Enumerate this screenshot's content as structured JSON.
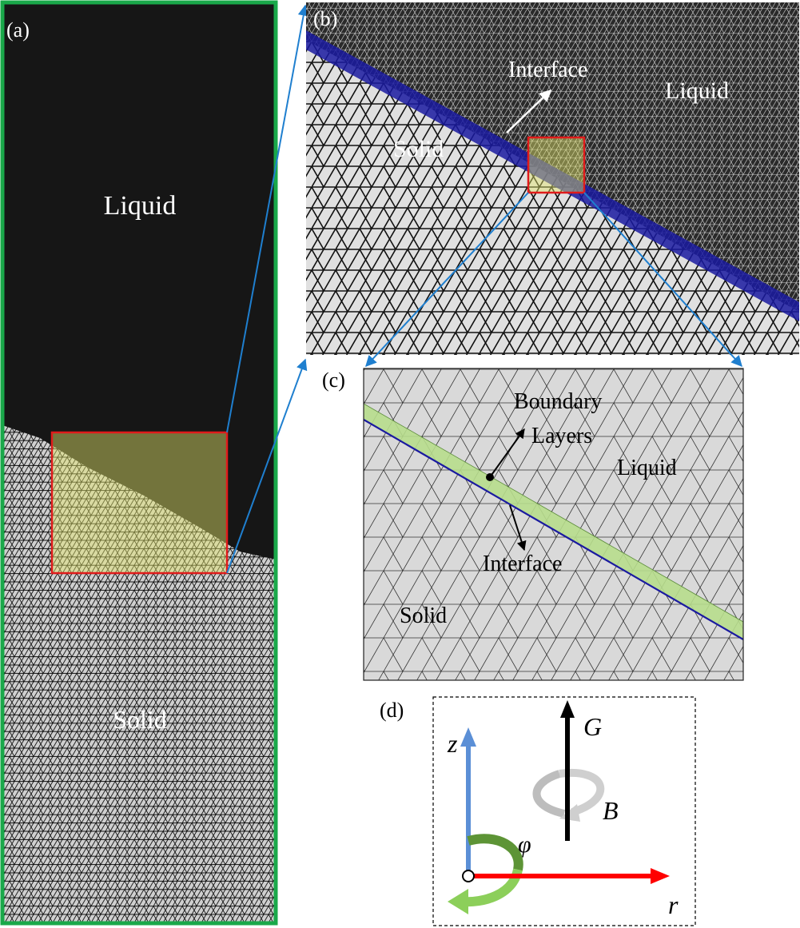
{
  "panel_a": {
    "tag": "(a)",
    "liquid_label": "Liquid",
    "solid_label": "Solid",
    "colors": {
      "border": "#1aa84a",
      "liquid_bg": "#161616",
      "mesh_bg": "#cfcfcf",
      "mesh_line": "#111111",
      "highlight_stroke": "#e01b1b",
      "highlight_fill": "#e5e66a"
    }
  },
  "panel_b": {
    "tag": "(b)",
    "interface_label": "Interface",
    "liquid_label": "Liquid",
    "solid_label": "Solid",
    "colors": {
      "interface_band": "#1a1aa0",
      "callout_line": "#1f7fcf"
    }
  },
  "panel_c": {
    "tag": "(c)",
    "boundary_label_line1": "Boundary",
    "boundary_label_line2": "Layers",
    "liquid_label": "Liquid",
    "interface_label": "Interface",
    "solid_label": "Solid",
    "colors": {
      "layer_fill": "#b7dd8c",
      "interface_line": "#1a1aa0"
    }
  },
  "panel_d": {
    "tag": "(d)",
    "z_label": "z",
    "r_label": "r",
    "phi_label": "φ",
    "g_label": "G",
    "b_label": "B",
    "colors": {
      "z_axis": "#5b8fd6",
      "r_axis": "#ff0000",
      "g_arrow": "#000000",
      "b_arrow": "#bdbdbd",
      "phi_arrow": "#7ab648"
    }
  }
}
